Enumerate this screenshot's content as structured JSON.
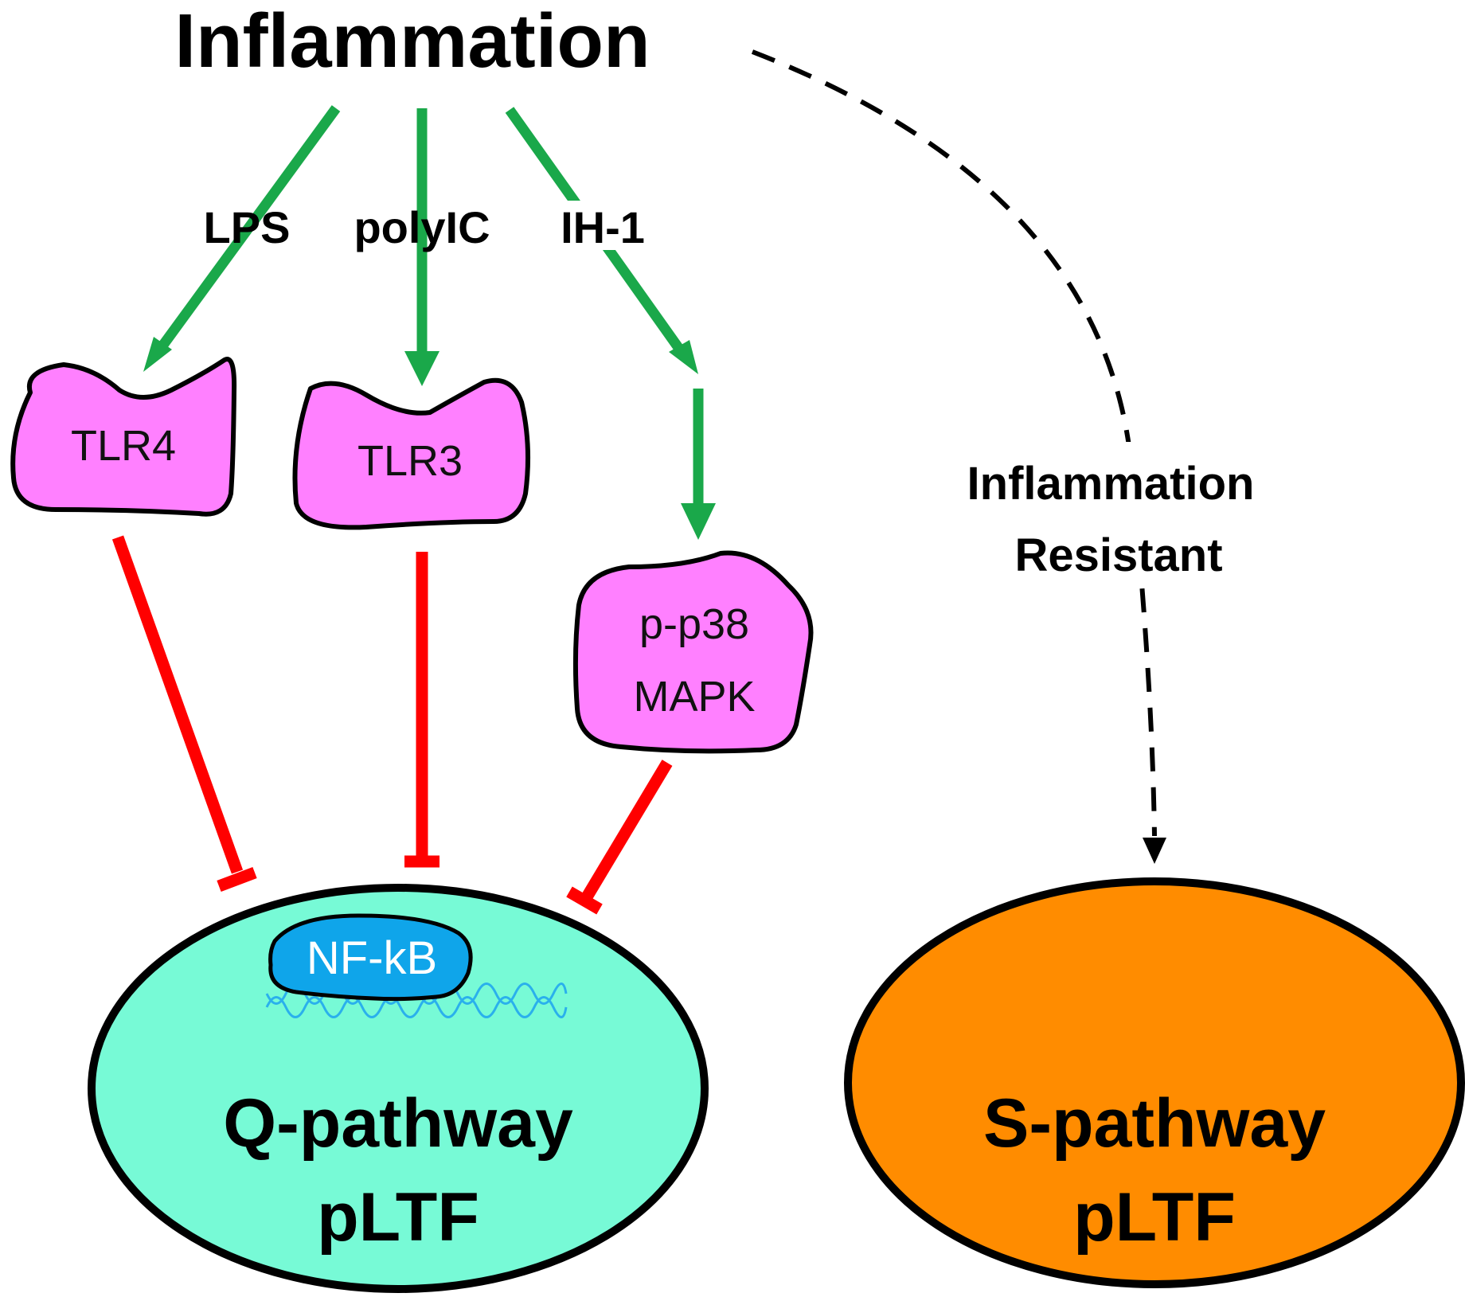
{
  "diagram": {
    "title": "Inflammation",
    "stimuli": [
      "LPS",
      "polyIC",
      "IH-1"
    ],
    "receptors": {
      "tlr4": "TLR4",
      "tlr3": "TLR3",
      "p38_line1": "p-p38",
      "p38_line2": "MAPK"
    },
    "nfkb": "NF-kB",
    "q_pathway": {
      "line1": "Q-pathway",
      "line2": "pLTF"
    },
    "s_pathway": {
      "line1": "S-pathway",
      "line2": "pLTF"
    },
    "resistant": {
      "line1": "Inflammation",
      "line2": "Resistant"
    },
    "colors": {
      "activation_arrow": "#1aa84a",
      "inhibition_line": "#ff0000",
      "receptor_fill": "#ff80ff",
      "q_pathway_fill": "#77fad6",
      "s_pathway_fill": "#ff8c00",
      "nfkb_fill": "#0fa5ea",
      "dna_strand": "#2ab0ec"
    }
  }
}
